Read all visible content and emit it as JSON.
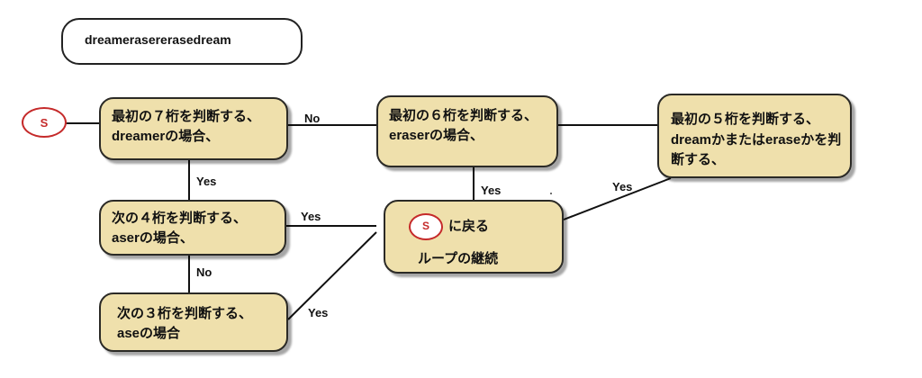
{
  "input_string": "dreamerasererasedream",
  "start_marker": "S",
  "box_7": {
    "line1": "最初の７桁を判断する、",
    "line2": "dreamerの場合、"
  },
  "box_6": {
    "line1": "最初の６桁を判断する、",
    "line2": "eraserの場合、"
  },
  "box_5": {
    "line1": "最初の５桁を判断する、",
    "line2": "dreamかまたはeraseかを判",
    "line3": "断する、"
  },
  "box_4": {
    "line1": "次の４桁を判断する、",
    "line2": "aserの場合、"
  },
  "box_3": {
    "line1": "次の３桁を判断する、",
    "line2": "aseの場合"
  },
  "box_return": {
    "marker": "S",
    "line1": "に戻る",
    "line2": "ループの継続"
  },
  "edge_labels": {
    "seven_to_six": "No",
    "seven_to_four": "Yes",
    "six_to_return": "Yes",
    "five_to_return": "Yes",
    "four_to_return": "Yes",
    "four_to_three": "No",
    "three_to_return": "Yes"
  },
  "colors": {
    "box_fill": "#efe0ac",
    "start_red": "#c52a2a"
  }
}
